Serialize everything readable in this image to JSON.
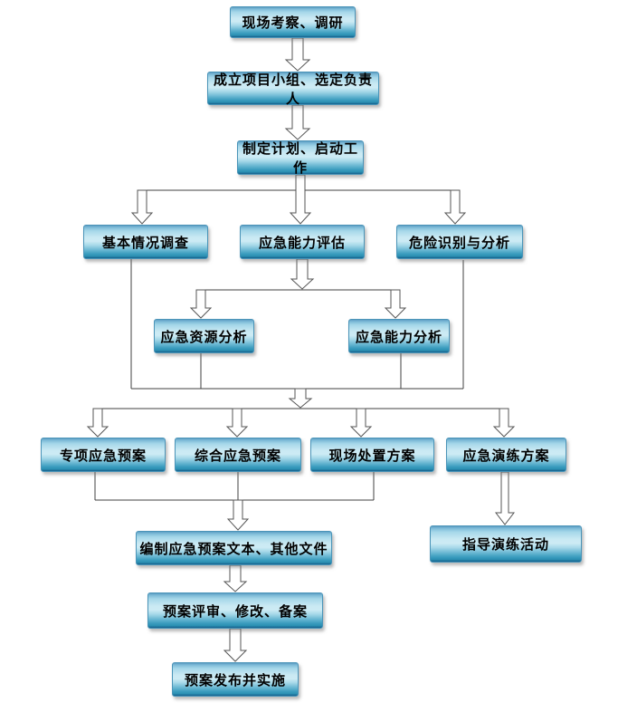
{
  "diagram": {
    "type": "flowchart",
    "background_color": "#ffffff",
    "node_gradient_top": "#a5d7e9",
    "node_gradient_middle": "#cdebf4",
    "node_gradient_bottom": "#2b8fb2",
    "node_bottom_edge": "#155f8b",
    "node_border_color": "#4a94b8",
    "node_text_color": "#000000",
    "connector_color": "#404040",
    "arrow_fill": "#ffffff",
    "arrow_outline": "#555555",
    "nodes": [
      {
        "id": "site-survey",
        "label": "现场考察、调研"
      },
      {
        "id": "form-team",
        "label": "成立项目小组、选定负责人"
      },
      {
        "id": "make-plan",
        "label": "制定计划、启动工作"
      },
      {
        "id": "basic-survey",
        "label": "基本情况调查"
      },
      {
        "id": "capability-evaluation",
        "label": "应急能力评估"
      },
      {
        "id": "hazard-identification",
        "label": "危险识别与分析"
      },
      {
        "id": "resource-analysis",
        "label": "应急资源分析"
      },
      {
        "id": "capability-analysis",
        "label": "应急能力分析"
      },
      {
        "id": "special-plan",
        "label": "专项应急预案"
      },
      {
        "id": "comprehensive-plan",
        "label": "综合应急预案"
      },
      {
        "id": "onsite-plan",
        "label": "现场处置方案"
      },
      {
        "id": "drill-plan",
        "label": "应急演练方案"
      },
      {
        "id": "compile-documents",
        "label": "编制应急预案文本、其他文件"
      },
      {
        "id": "guide-drill",
        "label": "指导演练活动"
      },
      {
        "id": "review-revise",
        "label": "预案评审、修改、备案"
      },
      {
        "id": "publish-implement",
        "label": "预案发布并实施"
      }
    ],
    "edges": [
      {
        "from": "site-survey",
        "to": "form-team"
      },
      {
        "from": "form-team",
        "to": "make-plan"
      },
      {
        "from": "make-plan",
        "to": "basic-survey"
      },
      {
        "from": "make-plan",
        "to": "capability-evaluation"
      },
      {
        "from": "make-plan",
        "to": "hazard-identification"
      },
      {
        "from": "capability-evaluation",
        "to": "resource-analysis"
      },
      {
        "from": "capability-evaluation",
        "to": "capability-analysis"
      },
      {
        "from": "basic-survey",
        "to": "special-plan"
      },
      {
        "from": "basic-survey",
        "to": "comprehensive-plan"
      },
      {
        "from": "basic-survey",
        "to": "onsite-plan"
      },
      {
        "from": "basic-survey",
        "to": "drill-plan"
      },
      {
        "from": "resource-analysis",
        "to": "special-plan"
      },
      {
        "from": "resource-analysis",
        "to": "comprehensive-plan"
      },
      {
        "from": "resource-analysis",
        "to": "onsite-plan"
      },
      {
        "from": "resource-analysis",
        "to": "drill-plan"
      },
      {
        "from": "capability-analysis",
        "to": "special-plan"
      },
      {
        "from": "capability-analysis",
        "to": "comprehensive-plan"
      },
      {
        "from": "capability-analysis",
        "to": "onsite-plan"
      },
      {
        "from": "capability-analysis",
        "to": "drill-plan"
      },
      {
        "from": "hazard-identification",
        "to": "special-plan"
      },
      {
        "from": "hazard-identification",
        "to": "comprehensive-plan"
      },
      {
        "from": "hazard-identification",
        "to": "onsite-plan"
      },
      {
        "from": "hazard-identification",
        "to": "drill-plan"
      },
      {
        "from": "special-plan",
        "to": "compile-documents"
      },
      {
        "from": "comprehensive-plan",
        "to": "compile-documents"
      },
      {
        "from": "onsite-plan",
        "to": "compile-documents"
      },
      {
        "from": "drill-plan",
        "to": "guide-drill"
      },
      {
        "from": "compile-documents",
        "to": "review-revise"
      },
      {
        "from": "review-revise",
        "to": "publish-implement"
      }
    ]
  }
}
